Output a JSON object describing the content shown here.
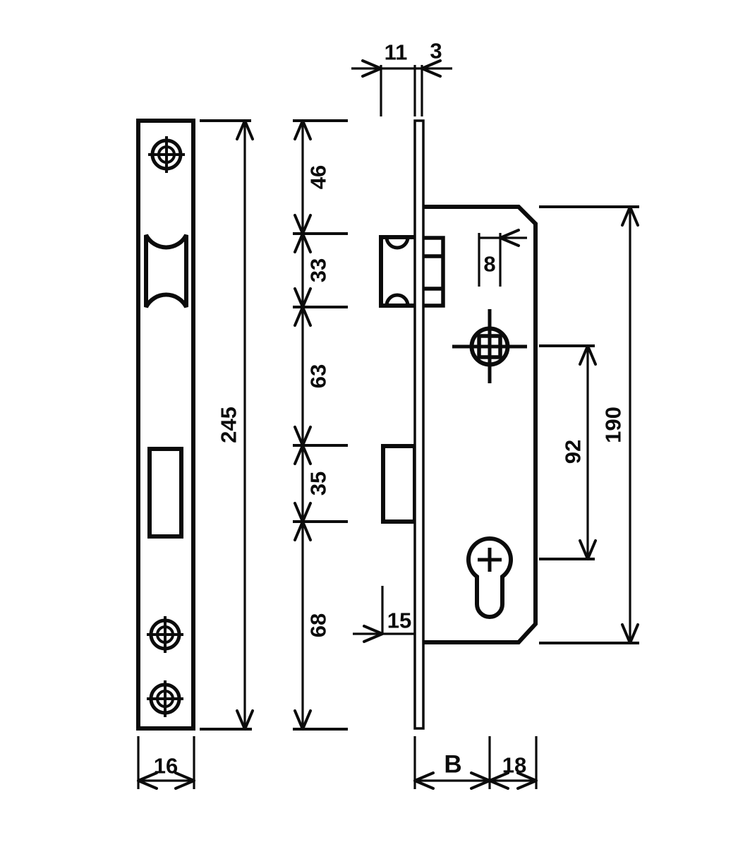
{
  "front_view": {
    "plate_height": "245",
    "plate_width": "16",
    "segment_top_to_latch": "46",
    "segment_latch_height": "33",
    "segment_latch_to_bolt": "63",
    "segment_bolt_height": "35",
    "segment_bolt_to_bottom": "68"
  },
  "side_view": {
    "latch_projection": "11",
    "faceplate_thickness": "3",
    "spindle_square_width": "8",
    "bolt_throw": "15",
    "spindle_to_cylinder_centers": "92",
    "case_height": "190",
    "backset": "B",
    "center_to_case_back": "18"
  },
  "colors": {
    "line": "#0b0b0b",
    "background": "#ffffff"
  }
}
